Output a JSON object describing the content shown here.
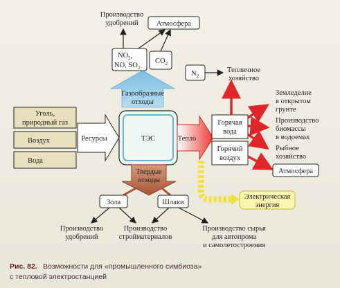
{
  "nodes": {
    "fertilizer_top": [
      "Производство",
      "удобрений"
    ],
    "atmosphere_top": "Атмосфера",
    "gases_nox": [
      "NO",
      "2",
      ","
    ],
    "gases_no_so": [
      "NO, SO",
      "2"
    ],
    "co2": [
      "CO",
      "2"
    ],
    "n2": [
      "N",
      "2"
    ],
    "greenhouse": [
      "Тепличное",
      "хозяйство"
    ],
    "gaseous_waste": [
      "Газообразные",
      "отходы"
    ],
    "coal": [
      "Уголь,",
      "природный газ"
    ],
    "air": "Воздух",
    "water": "Вода",
    "resources": "Ресурсы",
    "tes": "ТЭС",
    "heat": "Тепло",
    "hot_water": [
      "Горячая",
      "вода"
    ],
    "hot_air": [
      "Горячий",
      "воздух"
    ],
    "farming": [
      "Земледелие",
      "в открытом",
      "грунте"
    ],
    "biomass": [
      "Производство",
      "биомассы",
      "в водоемах"
    ],
    "fishery": [
      "Рыбное",
      "хозяйство"
    ],
    "atmosphere_right": "Атмосфера",
    "electric": [
      "Электрическая",
      "энергия"
    ],
    "solid_waste": [
      "Твердые",
      "отходы"
    ],
    "ash": "Зола",
    "slag": "Шлаки",
    "fertilizer_bottom": [
      "Производство",
      "удобрений"
    ],
    "construction": [
      "Производство",
      "стройматериалов"
    ],
    "raw": [
      "Производство сырья",
      "для автопрома",
      "и самолетостроения"
    ]
  },
  "caption": {
    "label": "Рис. 82.",
    "line1": "Возможности для «промышленного симбиоза»",
    "line2": "с тепловой электростанцией"
  },
  "colors": {
    "blue_arrow": "#8fc7e6",
    "brown_arrow": "#b86a47",
    "red_arrow": "#e0262a",
    "yellow_arrow": "#f3e24a",
    "box_beige": "#e8dfbf"
  }
}
